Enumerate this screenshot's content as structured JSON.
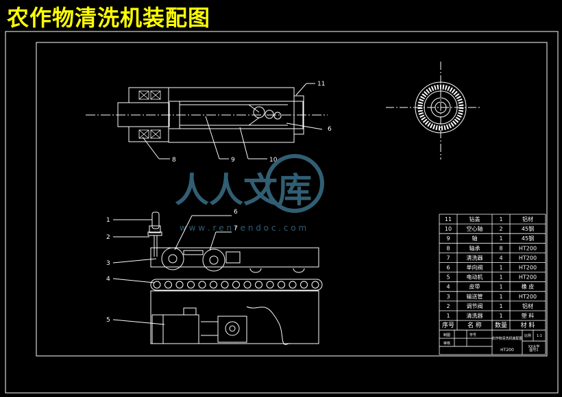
{
  "title": "农作物清洗机装配图",
  "watermark": {
    "brand": "人人文库",
    "url": "w w w . r e n r e n d o c . c o m"
  },
  "top_view_callouts": [
    "11",
    "6",
    "8",
    "9",
    "10"
  ],
  "front_view_callouts": [
    "1",
    "2",
    "3",
    "4",
    "5",
    "6",
    "7"
  ],
  "bom": {
    "rows": [
      {
        "no": "11",
        "name": "钻盖",
        "qty": "1",
        "material": "铝材"
      },
      {
        "no": "10",
        "name": "空心轴",
        "qty": "2",
        "material": "45钢"
      },
      {
        "no": "9",
        "name": "轴",
        "qty": "1",
        "material": "45钢"
      },
      {
        "no": "8",
        "name": "轴承",
        "qty": "8",
        "material": "HT200"
      },
      {
        "no": "7",
        "name": "清洗器",
        "qty": "4",
        "material": "HT200"
      },
      {
        "no": "6",
        "name": "单向阀",
        "qty": "1",
        "material": "HT200"
      },
      {
        "no": "5",
        "name": "电动机",
        "qty": "1",
        "material": "HT200"
      },
      {
        "no": "4",
        "name": "皮带",
        "qty": "1",
        "material": "橡 皮"
      },
      {
        "no": "3",
        "name": "输送管",
        "qty": "1",
        "material": "HT200"
      },
      {
        "no": "2",
        "name": "调节阀",
        "qty": "1",
        "material": "铝材"
      },
      {
        "no": "1",
        "name": "清洗器",
        "qty": "1",
        "material": "塑 料"
      }
    ],
    "header": {
      "no": "序号",
      "name": "名 称",
      "qty": "数量",
      "material": "材 料"
    },
    "title_block": {
      "drawn": "制图",
      "checked": "审核",
      "student": "学号",
      "drawing_name": "农作物清洗机装配图",
      "scale_label": "比例",
      "scale": "1:1",
      "material_code": "HT200",
      "school": "XX大学",
      "sheet": "图号1"
    }
  }
}
